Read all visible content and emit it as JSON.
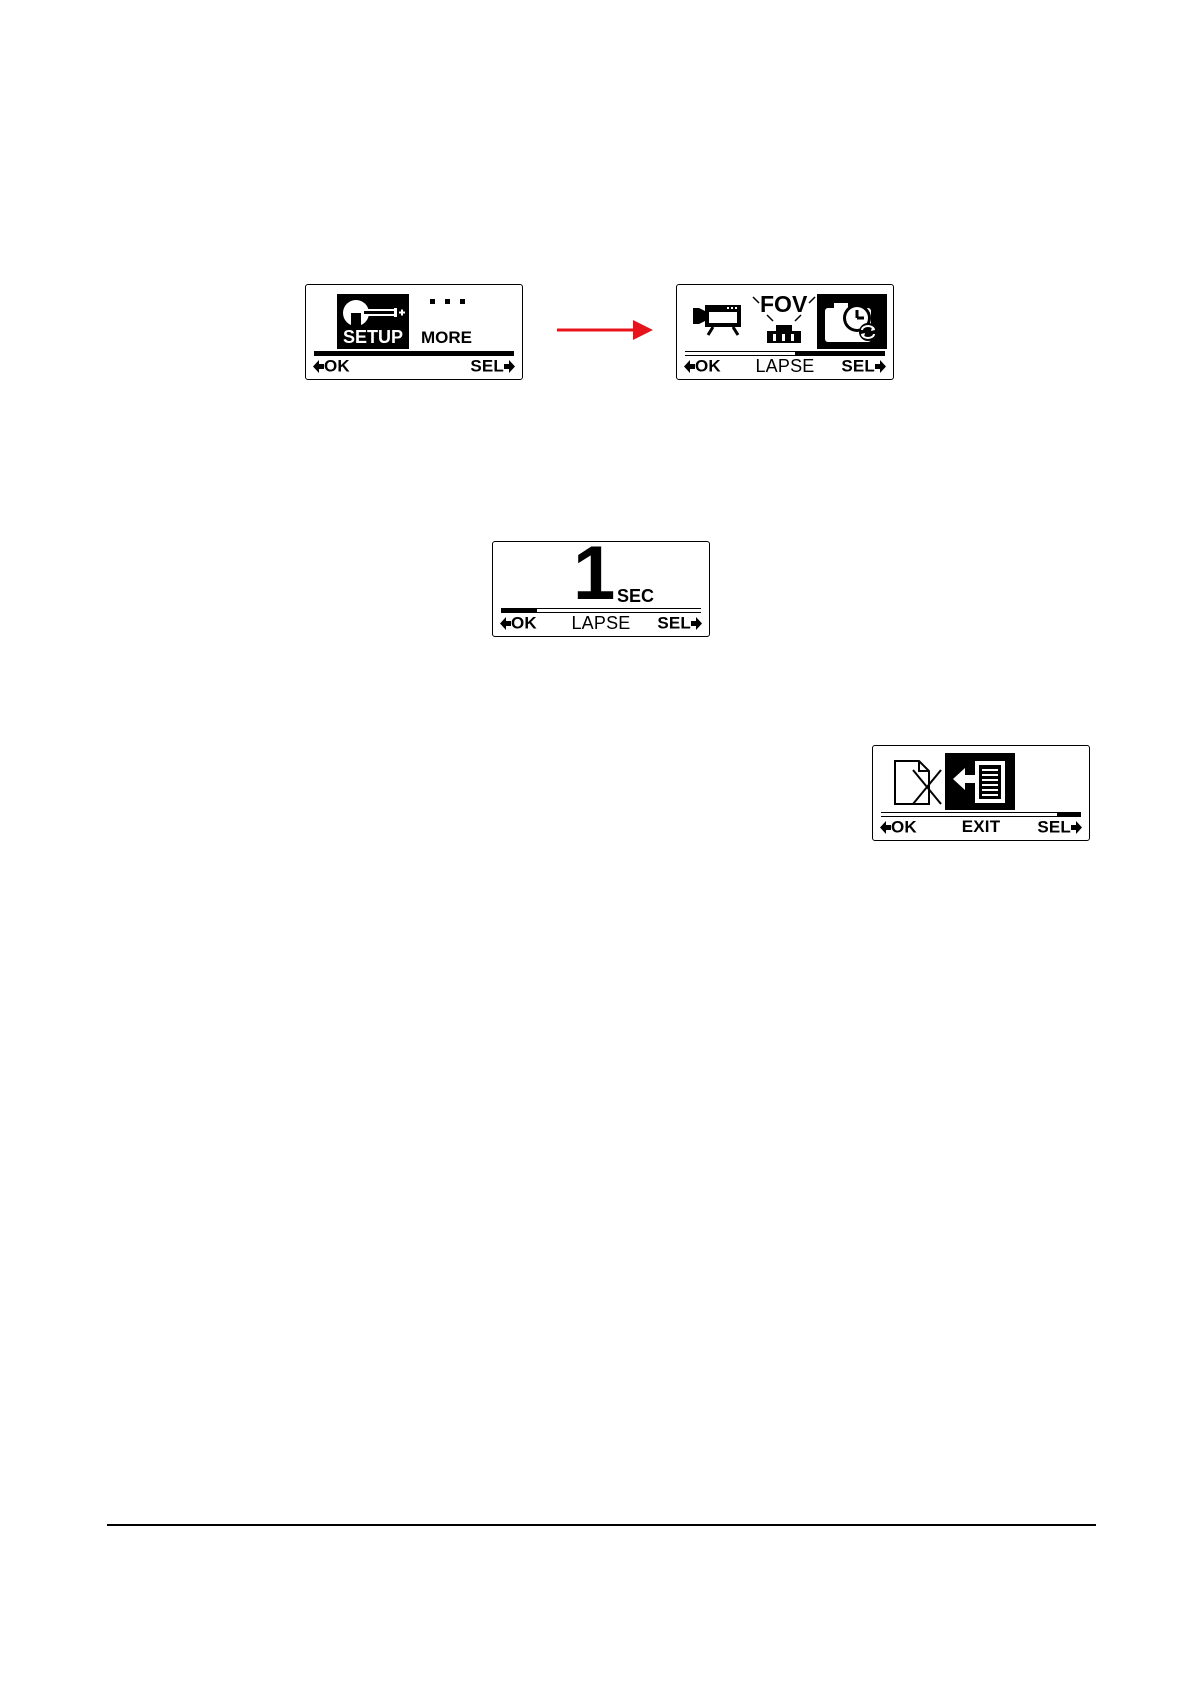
{
  "screens": {
    "setup_menu": {
      "setup_label": "SETUP",
      "more_dots": "• • •",
      "more_label": "MORE",
      "footer": {
        "ok": "OK",
        "mid": "",
        "sel": "SEL"
      }
    },
    "lapse_menu": {
      "fov_label": "FOV",
      "footer": {
        "ok": "OK",
        "mid": "LAPSE",
        "sel": "SEL"
      },
      "progress": 0.55
    },
    "lapse_value": {
      "value": "1",
      "unit": "SEC",
      "footer": {
        "ok": "OK",
        "mid": "LAPSE",
        "sel": "SEL"
      },
      "progress": 0.18
    },
    "exit_menu": {
      "footer": {
        "ok": "OK",
        "mid": "EXIT",
        "sel": "SEL"
      },
      "progress": 0.88
    }
  },
  "colors": {
    "arrow": "#e8141b",
    "lcd_ink": "#000000"
  },
  "icons": [
    "wrench-icon",
    "video-camera-icon",
    "fov-camera-icon",
    "time-lapse-icon",
    "delete-file-icon",
    "exit-icon",
    "arrow-left-icon",
    "arrow-right-icon"
  ]
}
